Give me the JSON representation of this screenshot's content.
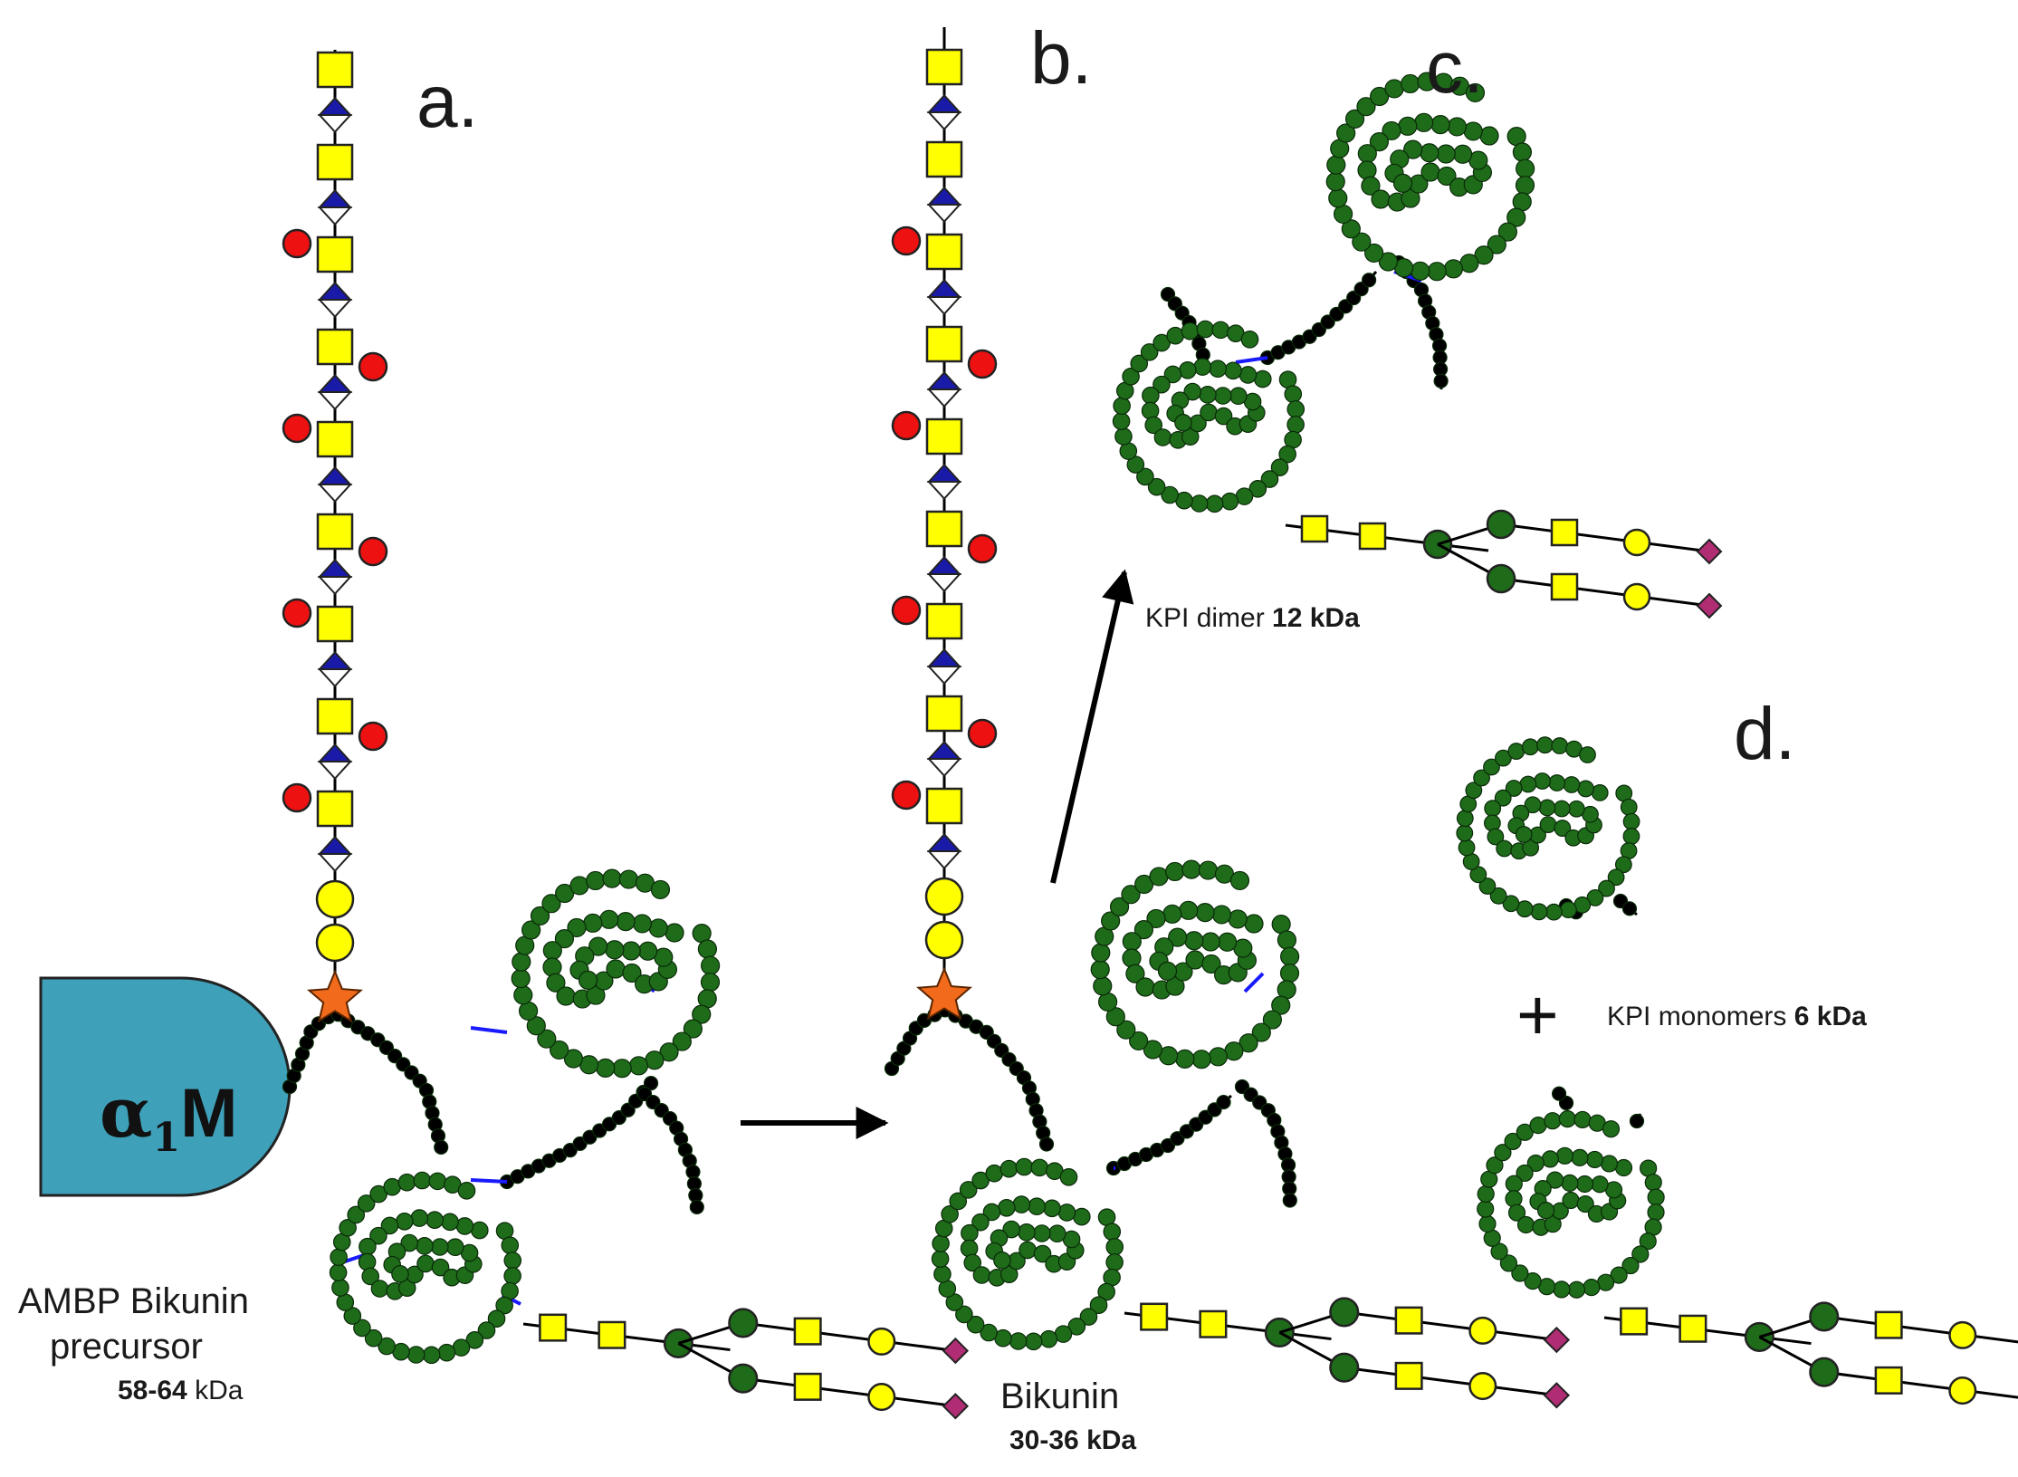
{
  "panels": {
    "a": {
      "letter": "a."
    },
    "b": {
      "letter": "b."
    },
    "c": {
      "letter": "c."
    },
    "d": {
      "letter": "d."
    }
  },
  "protein": {
    "name_greek": "α",
    "name_sub": "1",
    "name_letter": "M"
  },
  "captions": {
    "precursor": {
      "line1": "AMBP Bikunin",
      "line2": "precursor",
      "mass": "58-64",
      "unit": " kDa"
    },
    "bikunin": {
      "line1": "Bikunin",
      "mass": "30-36 kDa"
    },
    "dimer": {
      "text": "KPI dimer ",
      "mass": "12 kDa"
    },
    "monomers": {
      "text": "KPI monomers ",
      "mass": "6 kDa"
    }
  },
  "symbols": {
    "plus": "+"
  },
  "colors": {
    "protein_fill": "#3fa0b9",
    "residue": "#1e6b1a",
    "peptide": "#000000",
    "disulfide": "#1a1aff",
    "galactose": "#ffff00",
    "glcnac": "#ffff00",
    "glcnac_top": "#1a1aa8",
    "sialic": "#b12d73",
    "sulfate": "#ee1111",
    "xylose": "#f26a1b",
    "mannose": "#1e6b1a"
  }
}
